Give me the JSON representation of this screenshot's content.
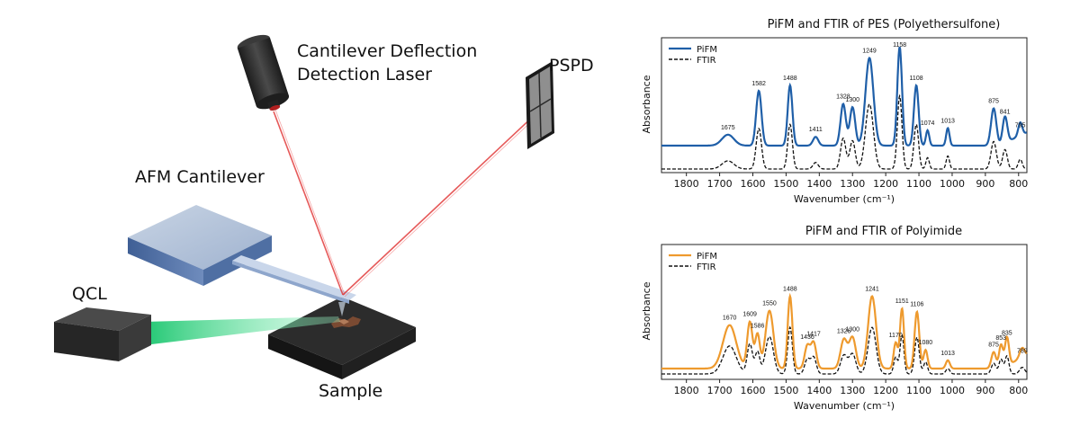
{
  "diagram": {
    "laser_label_line1": "Cantilever Deflection",
    "laser_label_line2": "Detection Laser",
    "pspd_label": "PSPD",
    "cantilever_label": "AFM Cantilever",
    "qcl_label": "QCL",
    "sample_label": "Sample",
    "colors": {
      "laser": "#e03030",
      "ir_beam": "#2ee88a",
      "cantilever": "#7f97bd"
    }
  },
  "chart_data": [
    {
      "type": "line",
      "title": "PiFM and FTIR of PES (Polyethersulfone)",
      "xlabel": "Wavenumber (cm⁻¹)",
      "ylabel": "Absorbance",
      "xlim": [
        1875,
        775
      ],
      "x_reversed": true,
      "xticks": [
        1800,
        1700,
        1600,
        1500,
        1400,
        1300,
        1200,
        1100,
        1000,
        900,
        800
      ],
      "legend": "top-left",
      "series": [
        {
          "name": "PiFM",
          "color": "#1f5fa8",
          "style": "solid"
        },
        {
          "name": "FTIR",
          "color": "#111111",
          "style": "dashed"
        }
      ],
      "peak_labels": [
        "1675",
        "1582",
        "1488",
        "1411",
        "1328",
        "1300",
        "1249",
        "1158",
        "1108",
        "1074",
        "1013",
        "875",
        "841",
        "795"
      ],
      "peaks": [
        {
          "x": 1675,
          "y": 0.1,
          "w": 18
        },
        {
          "x": 1582,
          "y": 0.5,
          "w": 8
        },
        {
          "x": 1488,
          "y": 0.55,
          "w": 7
        },
        {
          "x": 1411,
          "y": 0.08,
          "w": 8
        },
        {
          "x": 1328,
          "y": 0.38,
          "w": 8
        },
        {
          "x": 1300,
          "y": 0.35,
          "w": 8
        },
        {
          "x": 1249,
          "y": 0.8,
          "w": 12
        },
        {
          "x": 1158,
          "y": 0.9,
          "w": 7
        },
        {
          "x": 1108,
          "y": 0.55,
          "w": 7
        },
        {
          "x": 1074,
          "y": 0.14,
          "w": 5
        },
        {
          "x": 1013,
          "y": 0.16,
          "w": 5
        },
        {
          "x": 875,
          "y": 0.34,
          "w": 8
        },
        {
          "x": 841,
          "y": 0.24,
          "w": 7
        },
        {
          "x": 795,
          "y": 0.12,
          "w": 6
        }
      ]
    },
    {
      "type": "line",
      "title": "PiFM and FTIR of Polyimide",
      "xlabel": "Wavenumber (cm⁻¹)",
      "ylabel": "Absorbance",
      "xlim": [
        1875,
        775
      ],
      "x_reversed": true,
      "xticks": [
        1800,
        1700,
        1600,
        1500,
        1400,
        1300,
        1200,
        1100,
        1000,
        900,
        800
      ],
      "legend": "top-left",
      "series": [
        {
          "name": "PiFM",
          "color": "#ee9a2e",
          "style": "solid"
        },
        {
          "name": "FTIR",
          "color": "#111111",
          "style": "dashed"
        }
      ],
      "peak_labels": [
        "1670",
        "1609",
        "1586",
        "1550",
        "1488",
        "1436",
        "1417",
        "1326",
        "1300",
        "1241",
        "1170",
        "1151",
        "1106",
        "1080",
        "1013",
        "875",
        "853",
        "835",
        "789"
      ],
      "peaks": [
        {
          "x": 1670,
          "y": 0.42,
          "w": 20
        },
        {
          "x": 1609,
          "y": 0.45,
          "w": 8
        },
        {
          "x": 1586,
          "y": 0.33,
          "w": 7
        },
        {
          "x": 1550,
          "y": 0.56,
          "w": 12
        },
        {
          "x": 1488,
          "y": 0.7,
          "w": 7
        },
        {
          "x": 1436,
          "y": 0.22,
          "w": 8
        },
        {
          "x": 1417,
          "y": 0.25,
          "w": 8
        },
        {
          "x": 1326,
          "y": 0.28,
          "w": 10
        },
        {
          "x": 1300,
          "y": 0.3,
          "w": 10
        },
        {
          "x": 1241,
          "y": 0.7,
          "w": 12
        },
        {
          "x": 1170,
          "y": 0.25,
          "w": 6
        },
        {
          "x": 1151,
          "y": 0.58,
          "w": 6
        },
        {
          "x": 1106,
          "y": 0.55,
          "w": 7
        },
        {
          "x": 1080,
          "y": 0.18,
          "w": 6
        },
        {
          "x": 1013,
          "y": 0.08,
          "w": 6
        },
        {
          "x": 875,
          "y": 0.16,
          "w": 7
        },
        {
          "x": 853,
          "y": 0.22,
          "w": 6
        },
        {
          "x": 835,
          "y": 0.27,
          "w": 6
        },
        {
          "x": 789,
          "y": 0.1,
          "w": 8
        }
      ]
    }
  ]
}
